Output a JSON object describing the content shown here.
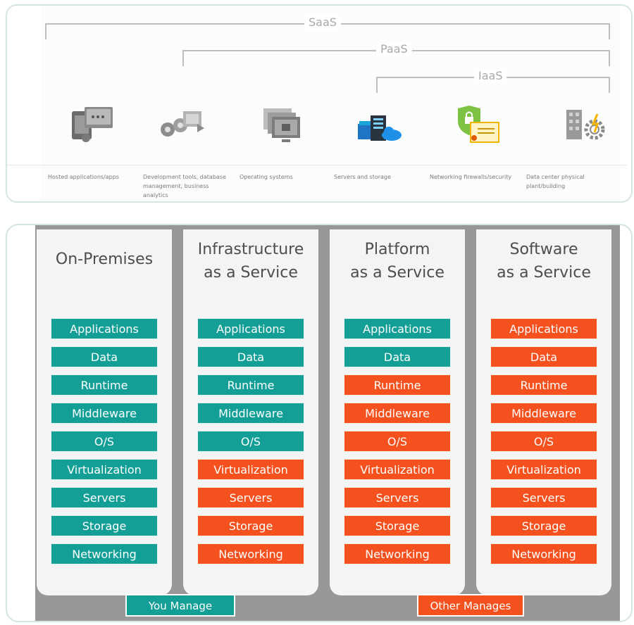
{
  "brackets": {
    "saas_label": "SaaS",
    "paas_label": "PaaS",
    "iaas_label": "IaaS"
  },
  "categories": [
    {
      "icon": "hosted-apps-icon",
      "label": "Hosted applications/apps"
    },
    {
      "icon": "dev-tools-icon",
      "label": "Development tools, database management, business analytics"
    },
    {
      "icon": "operating-systems-icon",
      "label": "Operating systems"
    },
    {
      "icon": "servers-storage-icon",
      "label": "Servers and storage"
    },
    {
      "icon": "security-icon",
      "label": "Networking firewalls/security"
    },
    {
      "icon": "datacenter-icon",
      "label": "Data center physical plant/building"
    }
  ],
  "colors": {
    "you_manage": "#139e96",
    "other_manages": "#f4511e",
    "panel_border": "#d5e6dc",
    "gray_background": "#979797"
  },
  "columns": [
    {
      "title_line1": "On-Premises",
      "title_line2": "",
      "items": [
        {
          "label": "Applications",
          "managed_by": "you"
        },
        {
          "label": "Data",
          "managed_by": "you"
        },
        {
          "label": "Runtime",
          "managed_by": "you"
        },
        {
          "label": "Middleware",
          "managed_by": "you"
        },
        {
          "label": "O/S",
          "managed_by": "you"
        },
        {
          "label": "Virtualization",
          "managed_by": "you"
        },
        {
          "label": "Servers",
          "managed_by": "you"
        },
        {
          "label": "Storage",
          "managed_by": "you"
        },
        {
          "label": "Networking",
          "managed_by": "you"
        }
      ]
    },
    {
      "title_line1": "Infrastructure",
      "title_line2": "as a Service",
      "items": [
        {
          "label": "Applications",
          "managed_by": "you"
        },
        {
          "label": "Data",
          "managed_by": "you"
        },
        {
          "label": "Runtime",
          "managed_by": "you"
        },
        {
          "label": "Middleware",
          "managed_by": "you"
        },
        {
          "label": "O/S",
          "managed_by": "you"
        },
        {
          "label": "Virtualization",
          "managed_by": "other"
        },
        {
          "label": "Servers",
          "managed_by": "other"
        },
        {
          "label": "Storage",
          "managed_by": "other"
        },
        {
          "label": "Networking",
          "managed_by": "other"
        }
      ]
    },
    {
      "title_line1": "Platform",
      "title_line2": "as a Service",
      "items": [
        {
          "label": "Applications",
          "managed_by": "you"
        },
        {
          "label": "Data",
          "managed_by": "you"
        },
        {
          "label": "Runtime",
          "managed_by": "other"
        },
        {
          "label": "Middleware",
          "managed_by": "other"
        },
        {
          "label": "O/S",
          "managed_by": "other"
        },
        {
          "label": "Virtualization",
          "managed_by": "other"
        },
        {
          "label": "Servers",
          "managed_by": "other"
        },
        {
          "label": "Storage",
          "managed_by": "other"
        },
        {
          "label": "Networking",
          "managed_by": "other"
        }
      ]
    },
    {
      "title_line1": "Software",
      "title_line2": "as a Service",
      "items": [
        {
          "label": "Applications",
          "managed_by": "other"
        },
        {
          "label": "Data",
          "managed_by": "other"
        },
        {
          "label": "Runtime",
          "managed_by": "other"
        },
        {
          "label": "Middleware",
          "managed_by": "other"
        },
        {
          "label": "O/S",
          "managed_by": "other"
        },
        {
          "label": "Virtualization",
          "managed_by": "other"
        },
        {
          "label": "Servers",
          "managed_by": "other"
        },
        {
          "label": "Storage",
          "managed_by": "other"
        },
        {
          "label": "Networking",
          "managed_by": "other"
        }
      ]
    }
  ],
  "legend": {
    "you_manage": "You Manage",
    "other_manages": "Other Manages"
  }
}
